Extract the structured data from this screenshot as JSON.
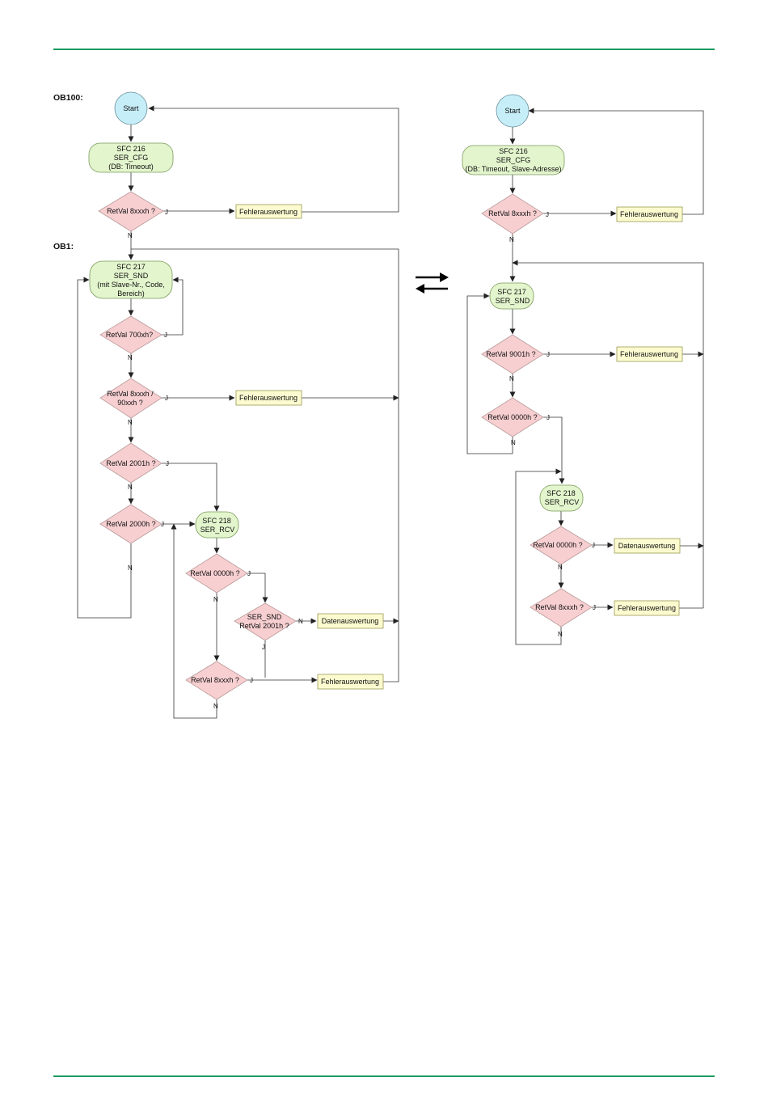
{
  "header_rule_color": "#1a9a62",
  "colors": {
    "start": "#c6eef8",
    "process": "#e3f5cd",
    "decision": "#f7cfd1",
    "evaluation": "#fcfbd0"
  },
  "labels": {
    "ob100": "OB100:",
    "ob1": "OB1:",
    "start": "Start",
    "sfc216": "SFC 216",
    "ser_cfg": "SER_CFG",
    "db_timeout": "(DB: Timeout)",
    "db_timeout_slave": "(DB: Timeout, Slave-Adresse)",
    "retval_8xxxh": "RetVal 8xxxh ?",
    "fehlerauswertung": "Fehlerauswertung",
    "datenauswertung": "Datenauswertung",
    "sfc217": "SFC 217",
    "ser_snd": "SER_SND",
    "mit_slave_1": "(mit Slave-Nr., Code,",
    "mit_slave_2": "Bereich)",
    "retval_700xh": "RetVal 700xh?",
    "retval_8xxxh_90xxh_1": "RetVal 8xxxh /",
    "retval_8xxxh_90xxh_2": "90xxh ?",
    "retval_2001h": "RetVal 2001h ?",
    "retval_2000h": "RetVal 2000h ?",
    "sfc218": "SFC 218",
    "ser_rcv": "SER_RCV",
    "retval_0000h": "RetVal 0000h ?",
    "ser_snd_q": "SER_SND",
    "retval_2001h_q": "RetVal 2001h ?",
    "retval_8xxxh_sp": "RetVal 8xxxh ?",
    "retval_9001h": "RetVal  9001h ?",
    "yes": "J",
    "no": "N"
  }
}
